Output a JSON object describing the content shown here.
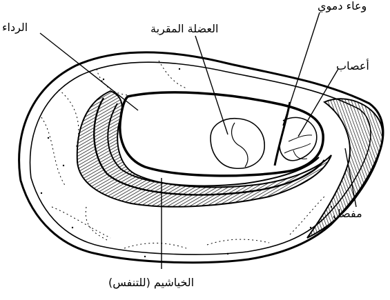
{
  "labels": {
    "mantle": "الرداء",
    "adductor_muscle": "العضلة المقربة",
    "blood_vessel": "وعاء دموي",
    "nerves": "أعصاب",
    "hinge": "مفصل",
    "gills": "الخياشيم (للتنفس)"
  },
  "colors": {
    "ink": "#000000",
    "background": "#ffffff"
  }
}
